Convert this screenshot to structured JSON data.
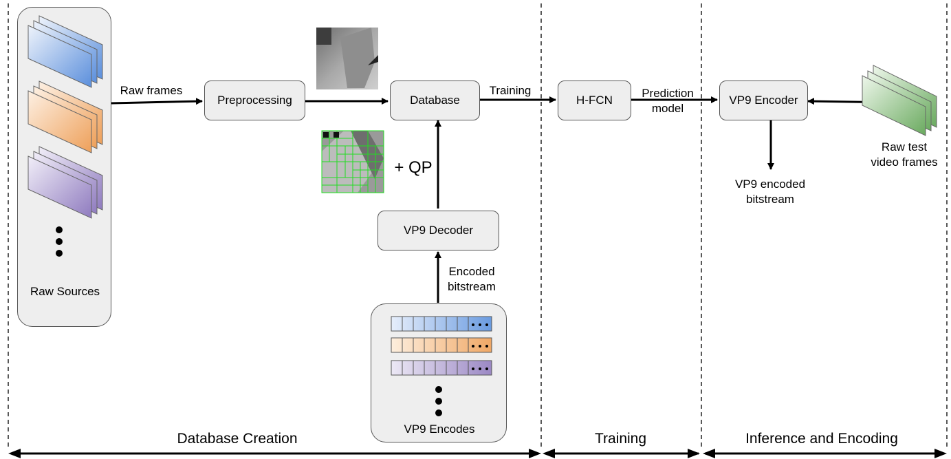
{
  "nodes": {
    "preprocessing": "Preprocessing",
    "database": "Database",
    "hfcn": "H-FCN",
    "vp9_encoder": "VP9 Encoder",
    "vp9_decoder": "VP9 Decoder"
  },
  "panels": {
    "raw_sources": "Raw Sources",
    "vp9_encodes": "VP9 Encodes"
  },
  "edges": {
    "raw_frames": "Raw frames",
    "training": "Training",
    "prediction_model_1": "Prediction",
    "prediction_model_2": "model",
    "encoded_bitstream_1": "Encoded",
    "encoded_bitstream_2": "bitstream",
    "qp": "+ QP"
  },
  "side_labels": {
    "raw_test_1": "Raw test",
    "raw_test_2": "video frames",
    "vp9_encoded_1": "VP9 encoded",
    "vp9_encoded_2": "bitstream"
  },
  "sections": {
    "database_creation": "Database Creation",
    "training": "Training",
    "inference": "Inference and Encoding"
  },
  "colors": {
    "blue": "#6a9be0",
    "orange": "#f0a866",
    "purple": "#9b88c4",
    "green": "#74b36a",
    "grid_line": "#22dd22"
  }
}
